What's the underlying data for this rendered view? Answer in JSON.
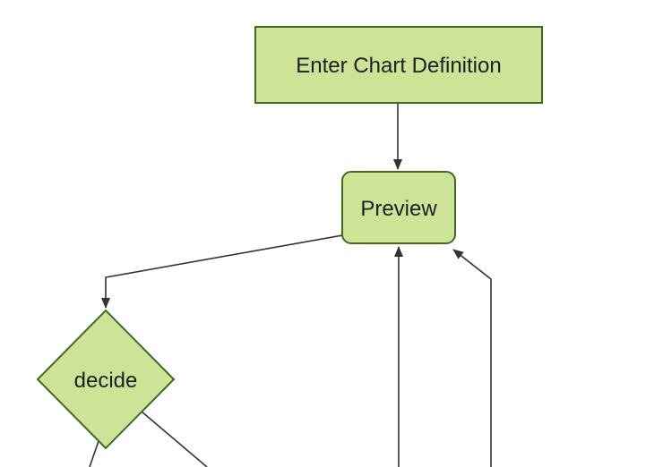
{
  "diagram": {
    "type": "flowchart",
    "background": "#ffffff",
    "colors": {
      "node_fill": "#cde498",
      "node_stroke": "#3f6c21",
      "edge": "#333333",
      "text": "#1f1f1f",
      "background": "#ffffff"
    },
    "nodes": [
      {
        "id": "enter-chart-definition",
        "label": "Enter Chart Definition",
        "shape": "rectangle"
      },
      {
        "id": "preview",
        "label": "Preview",
        "shape": "rounded-rectangle"
      },
      {
        "id": "decide",
        "label": "decide",
        "shape": "diamond"
      }
    ],
    "edges": [
      {
        "from": "enter-chart-definition",
        "to": "preview",
        "arrow": true
      },
      {
        "from": "preview",
        "to": "decide",
        "arrow": true
      },
      {
        "from": "offscreen-bottom-1",
        "to": "preview",
        "arrow": true
      },
      {
        "from": "offscreen-bottom-2",
        "to": "preview",
        "arrow": true
      },
      {
        "from": "decide",
        "to": "offscreen-bottom-left",
        "arrow": false
      },
      {
        "from": "decide",
        "to": "offscreen-bottom-right",
        "arrow": false
      }
    ]
  }
}
